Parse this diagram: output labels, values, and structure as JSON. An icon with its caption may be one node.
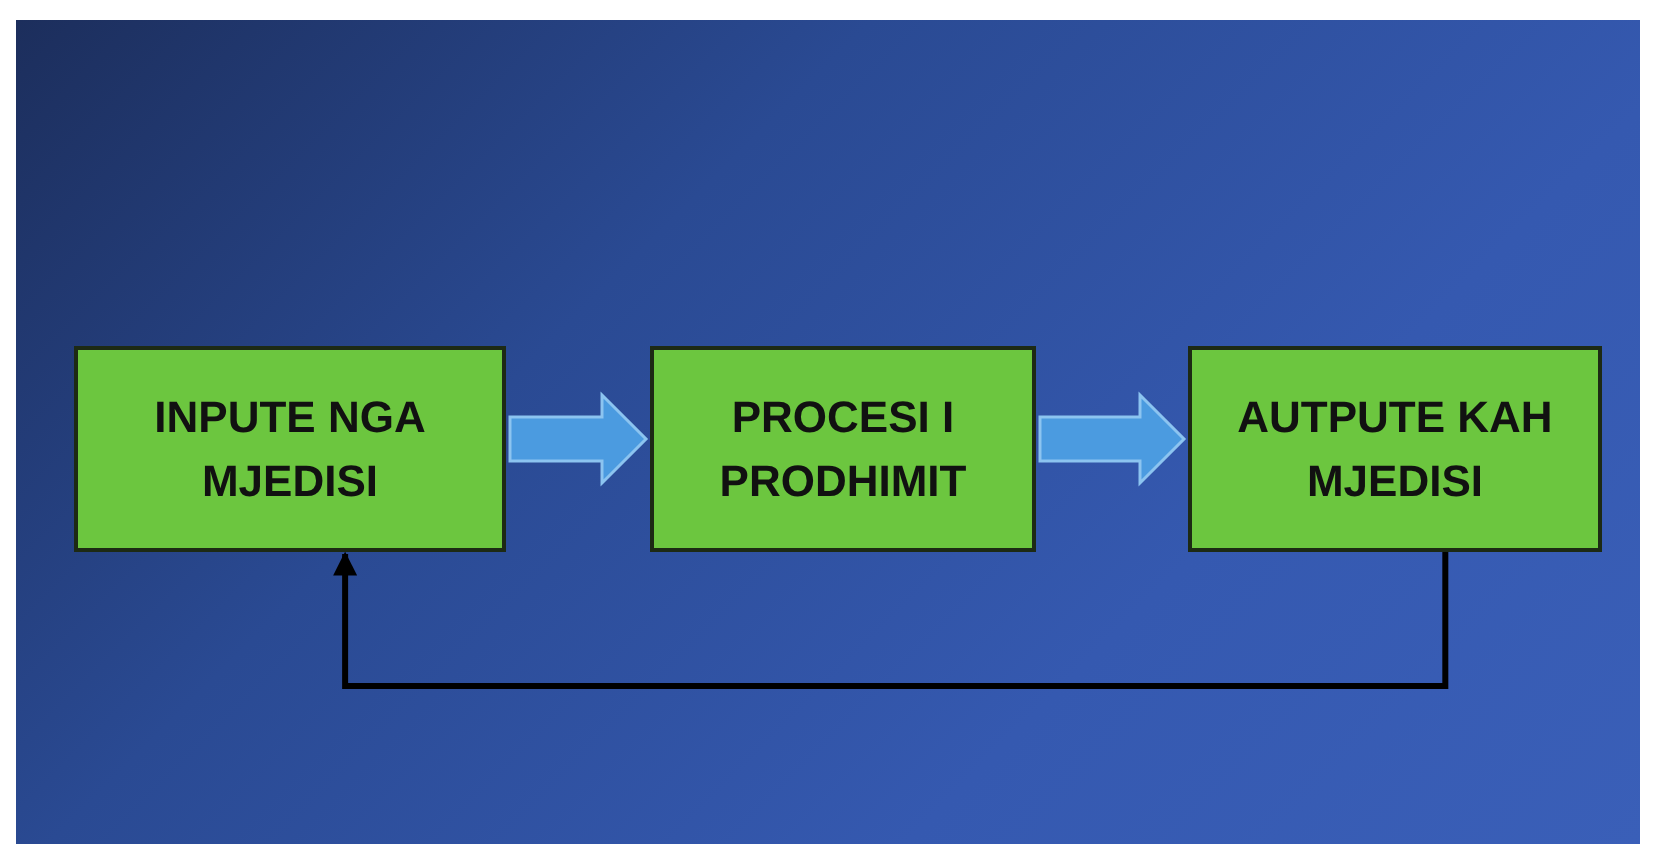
{
  "diagram": {
    "nodes": [
      {
        "text": [
          "INPUTE NGA MJEDISI"
        ]
      },
      {
        "text": [
          "PROCESI I PRODHIMIT"
        ]
      },
      {
        "text": [
          "AUTPUTE KAH MJEDISI"
        ]
      }
    ],
    "edges": [
      {
        "from": 0,
        "to": 1,
        "arrow": "to",
        "style": "thick",
        "color": "#4b9be0"
      },
      {
        "from": 1,
        "to": 2,
        "arrow": "to",
        "style": "thick",
        "color": "#4b9be0"
      },
      {
        "from": 2,
        "to": 0,
        "arrow": "to"
      }
    ]
  }
}
